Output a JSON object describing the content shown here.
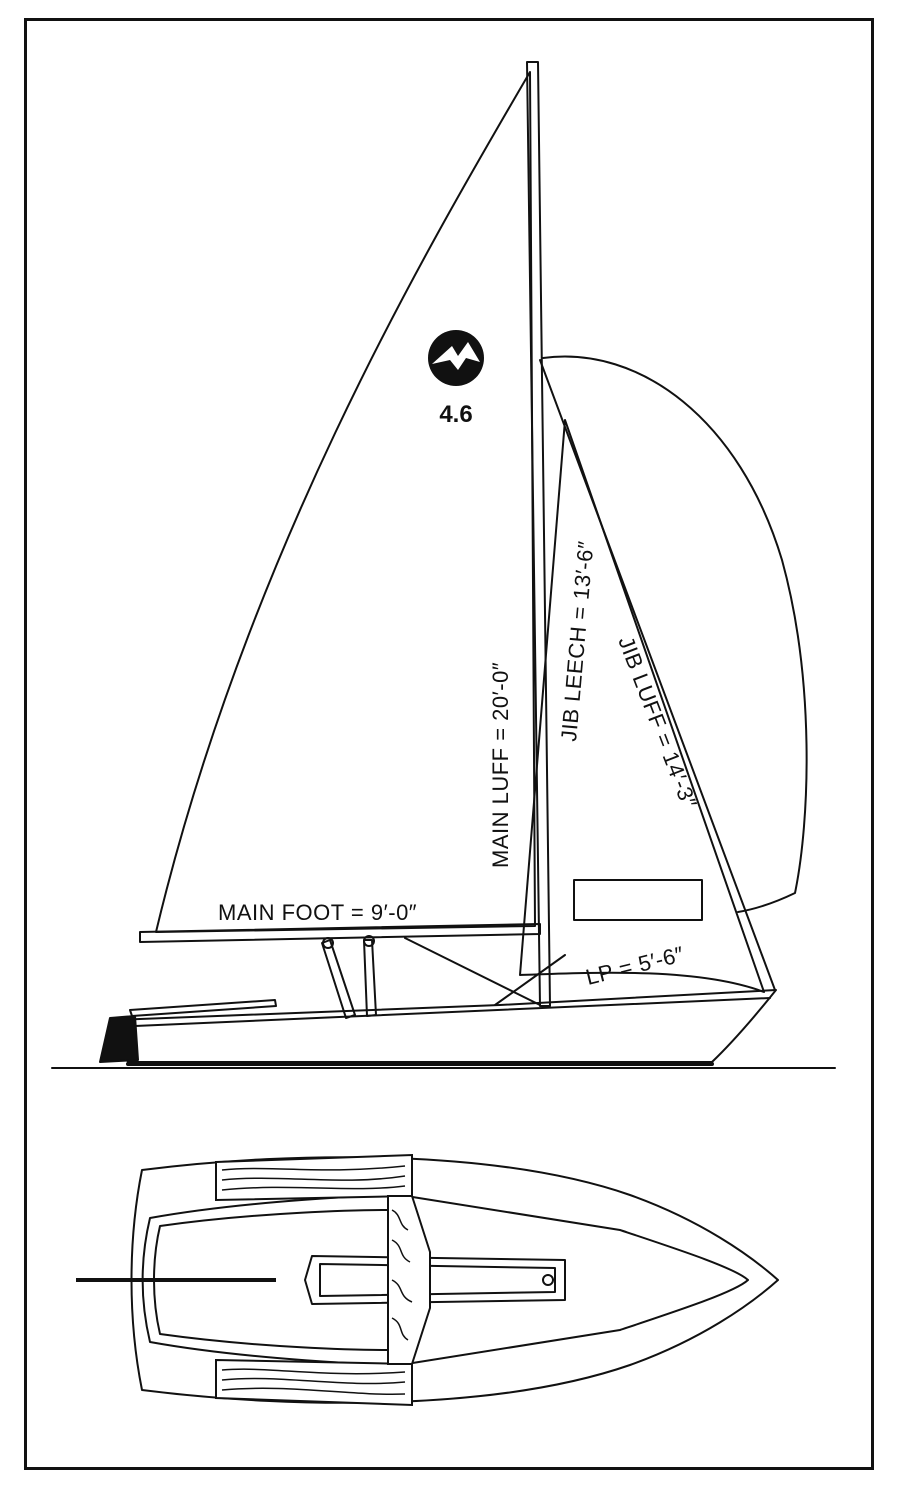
{
  "logo": {
    "class_number": "4.6"
  },
  "labels": {
    "main_luff": "MAIN LUFF = 20′-0″",
    "jib_leech": "JIB LEECH = 13′-6″",
    "jib_luff": "JIB LUFF = 14′-3″",
    "main_foot": "MAIN FOOT = 9′-0″",
    "lp": "LP = 5′-6″"
  },
  "colors": {
    "ink": "#111111",
    "paper": "#ffffff"
  }
}
